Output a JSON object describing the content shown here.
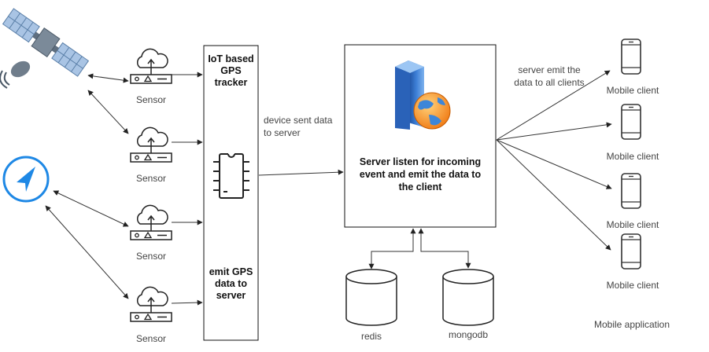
{
  "sensor_label": "Sensor",
  "tracker_title": "IoT based GPS tracker",
  "tracker_emit": "emit GPS data to server",
  "device_sent": "device sent data to server",
  "server_desc": "Server listen for incoming event and emit the data to the client",
  "server_emit": "server emit the data to all clients",
  "client_label": "Mobile client",
  "mobile_app": "Mobile application",
  "db_redis": "redis",
  "db_mongo": "mongodb",
  "icons": [
    "satellite-icon",
    "navigation-icon",
    "cloud-sensor-icon",
    "microchip-icon",
    "server-globe-icon",
    "database-icon",
    "mobile-phone-icon"
  ]
}
